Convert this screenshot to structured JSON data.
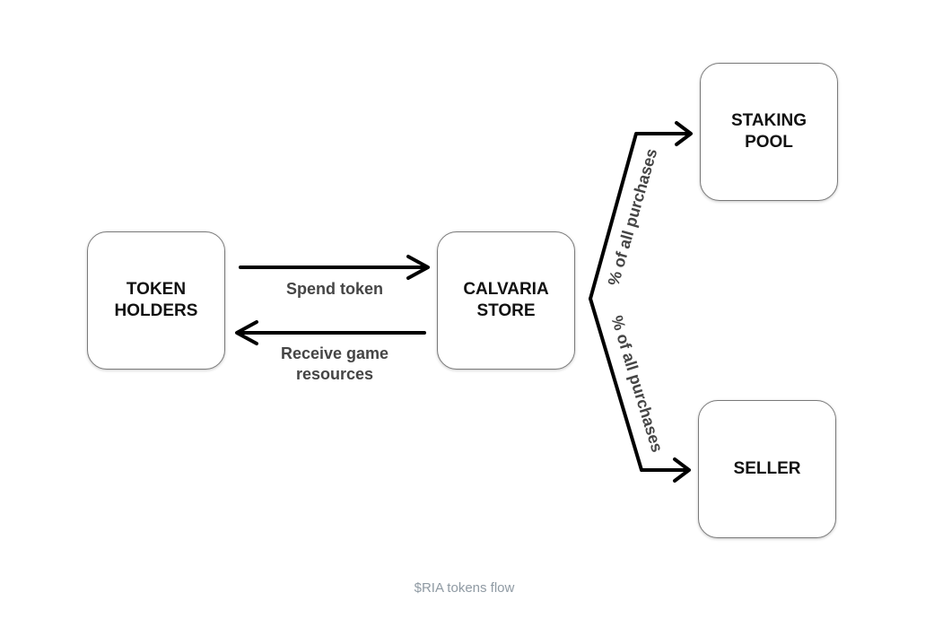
{
  "nodes": {
    "token_holders": "TOKEN\nHOLDERS",
    "calvaria_store": "CALVARIA\nSTORE",
    "staking_pool": "STAKING\nPOOL",
    "seller": "SELLER"
  },
  "edges": {
    "spend": "Spend token",
    "receive": "Receive game\nresources",
    "to_staking": "% of all purchases",
    "to_seller": "% of all purchases"
  },
  "caption": "$RIA tokens flow",
  "colors": {
    "arrow": "#000000",
    "node_border": "#7a7a7a",
    "edge_label": "#454545",
    "caption": "#8f9aa3"
  }
}
